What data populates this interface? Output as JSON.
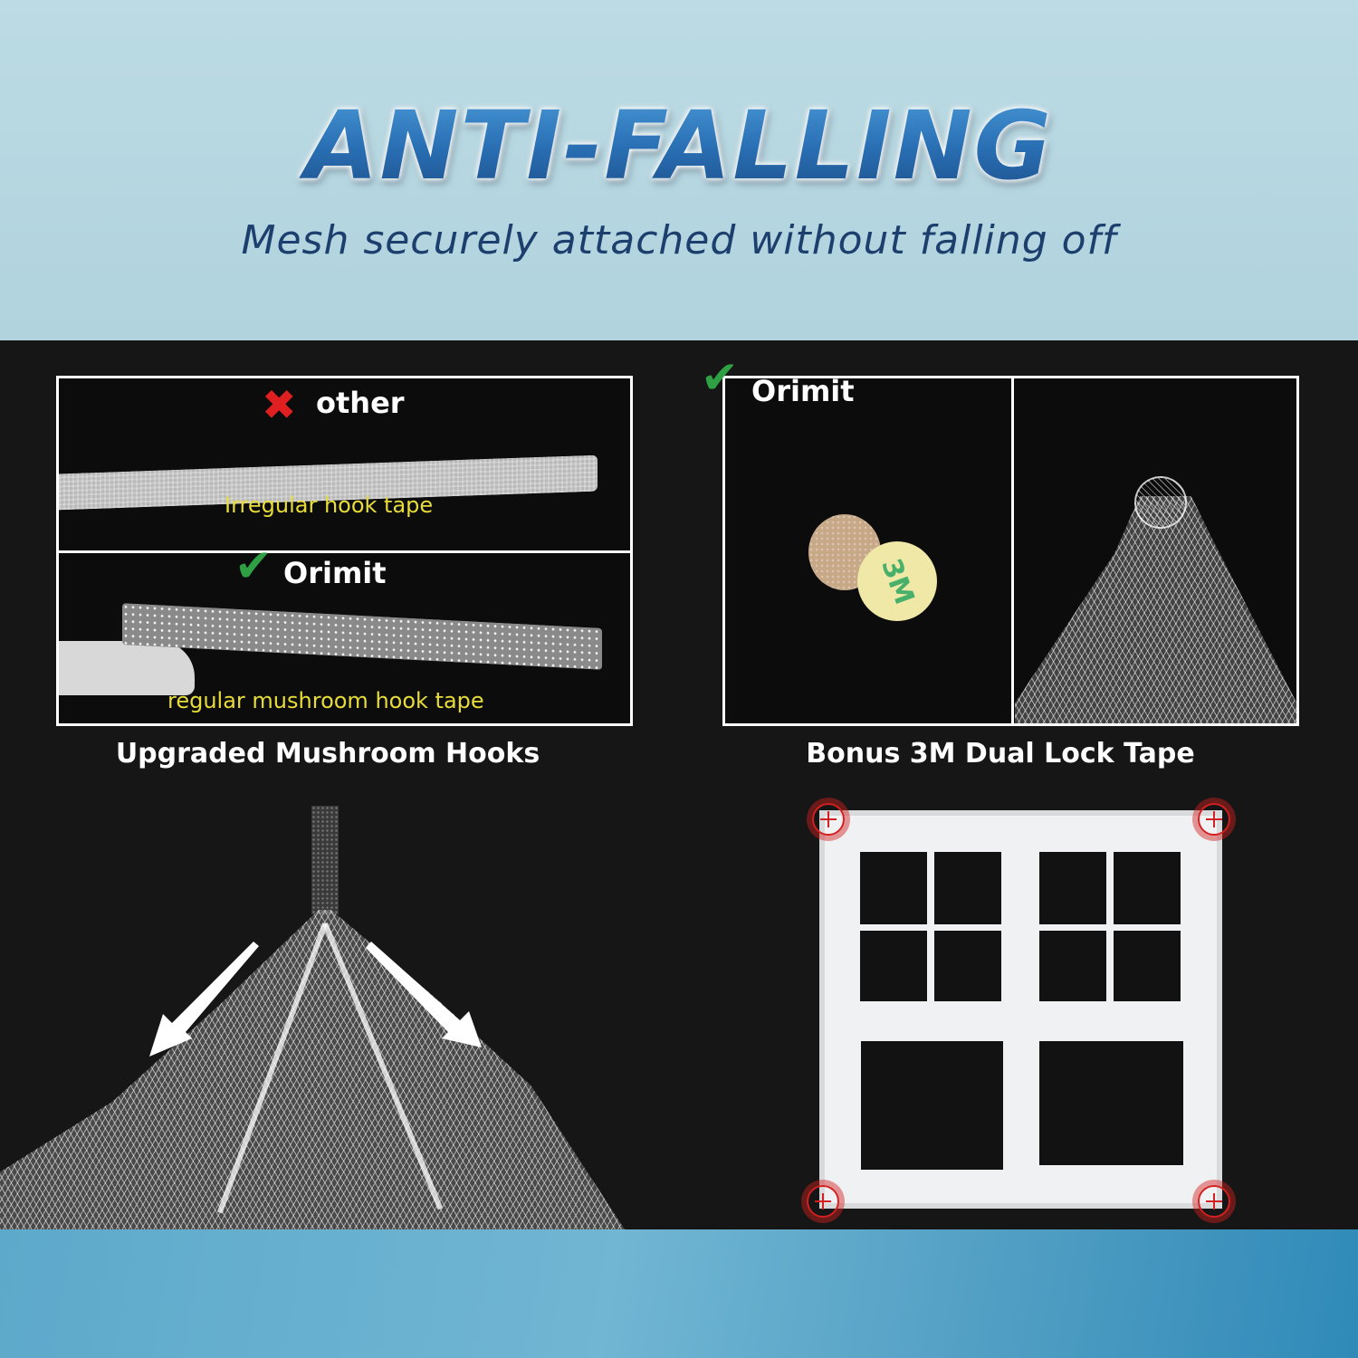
{
  "header": {
    "title": "ANTI-FALLING",
    "subtitle": "Mesh securely attached without falling off"
  },
  "left_panel": {
    "top_image": {
      "brand_label": "other",
      "status_icon": "x-mark-icon",
      "status_color": "#e02020",
      "note": "Irregular hook tape"
    },
    "bottom_image": {
      "brand_label": "Orimit",
      "status_icon": "check-mark-icon",
      "status_color": "#2ea043",
      "note": "regular mushroom hook tape"
    },
    "caption": "Upgraded Mushroom Hooks"
  },
  "right_panel": {
    "brand_label": "Orimit",
    "status_icon": "check-mark-icon",
    "status_color": "#2ea043",
    "tape_print": "3M",
    "caption": "Bonus 3M Dual Lock Tape"
  },
  "colors": {
    "header_bg": "#b5d6e0",
    "title_blue": "#2a70b5",
    "subtitle_navy": "#1d3f6e",
    "panel_dark": "#161616",
    "note_yellow": "#e7dc3a",
    "marker_red": "#d32020",
    "footer_blue": "#5da9cb"
  }
}
